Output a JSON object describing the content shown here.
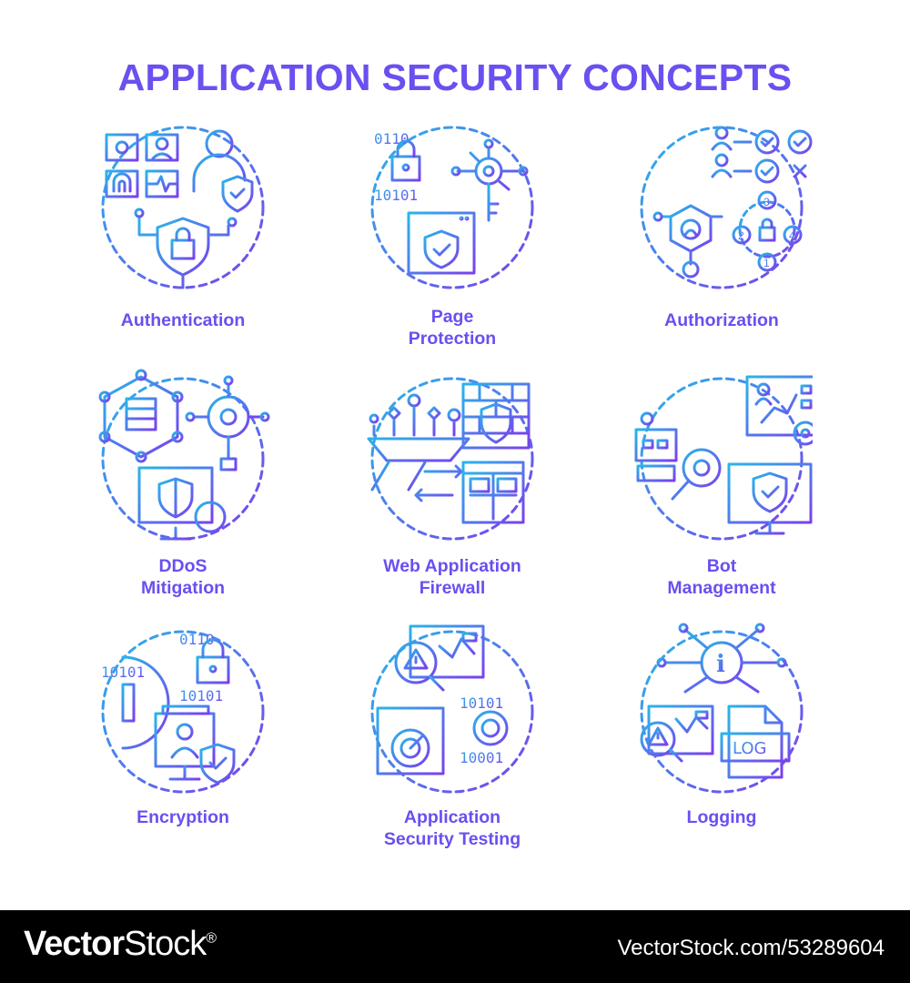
{
  "title": "APPLICATION SECURITY CONCEPTS",
  "colors": {
    "title": "#6c4ff0",
    "gradient_start": "#29b5ea",
    "gradient_end": "#7a3ff0",
    "footer_bg": "#000000"
  },
  "concepts": [
    {
      "icon": "authentication-icon",
      "line1": "Authentication",
      "line2": ""
    },
    {
      "icon": "page-protection-icon",
      "line1": "Page",
      "line2": "Protection"
    },
    {
      "icon": "authorization-icon",
      "line1": "Authorization",
      "line2": ""
    },
    {
      "icon": "ddos-mitigation-icon",
      "line1": "DDoS",
      "line2": "Mitigation"
    },
    {
      "icon": "web-application-firewall-icon",
      "line1": "Web Application",
      "line2": "Firewall"
    },
    {
      "icon": "bot-management-icon",
      "line1": "Bot",
      "line2": "Management"
    },
    {
      "icon": "encryption-icon",
      "line1": "Encryption",
      "line2": ""
    },
    {
      "icon": "application-security-testing-icon",
      "line1": "Application",
      "line2": "Security Testing"
    },
    {
      "icon": "logging-icon",
      "line1": "Logging",
      "line2": ""
    }
  ],
  "icon_text": {
    "binary_a": "0110",
    "binary_b": "10101",
    "binary_c": "10001",
    "steps": [
      "1",
      "2",
      "3",
      "4"
    ],
    "info": "i",
    "log": "LOG"
  },
  "footer": {
    "brand_bold": "Vector",
    "brand_regular": "Stock",
    "brand_mark": "®",
    "url": "VectorStock.com/53289604"
  }
}
